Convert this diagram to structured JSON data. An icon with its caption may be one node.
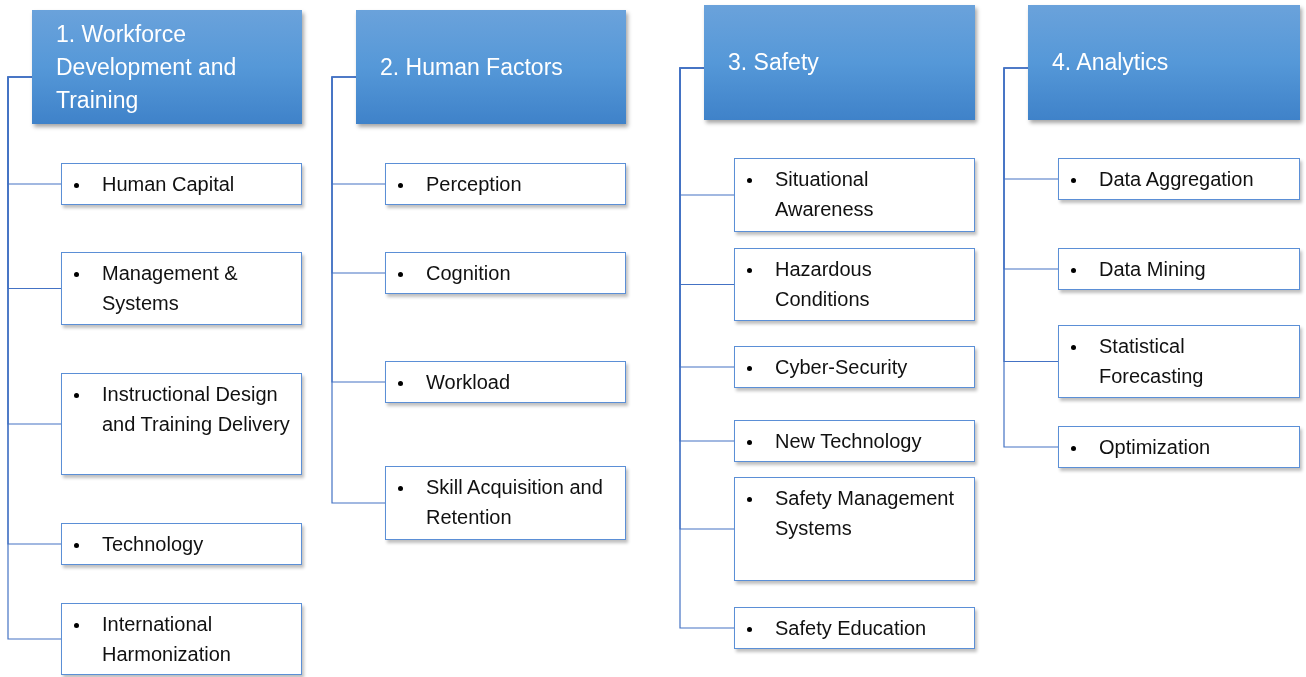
{
  "diagram": {
    "nodes": [
      {
        "text": [
          "1. Workforce Development and Training"
        ]
      },
      {
        "text": [
          "Human Capital"
        ]
      },
      {
        "text": [
          "Management & Systems"
        ]
      },
      {
        "text": [
          "Instructional Design and Training Delivery"
        ]
      },
      {
        "text": [
          "Technology"
        ]
      },
      {
        "text": [
          "International Harmonization"
        ]
      },
      {
        "text": [
          "2. Human Factors"
        ]
      },
      {
        "text": [
          "Perception"
        ]
      },
      {
        "text": [
          "Cognition"
        ]
      },
      {
        "text": [
          "Workload"
        ]
      },
      {
        "text": [
          "Skill Acquisition and Retention"
        ]
      },
      {
        "text": [
          "3. Safety"
        ]
      },
      {
        "text": [
          "Situational Awareness"
        ]
      },
      {
        "text": [
          "Hazardous Conditions"
        ]
      },
      {
        "text": [
          "Cyber-Security"
        ]
      },
      {
        "text": [
          "New Technology"
        ]
      },
      {
        "text": [
          "Safety Management Systems"
        ]
      },
      {
        "text": [
          "Safety Education"
        ]
      },
      {
        "text": [
          "4. Analytics"
        ]
      },
      {
        "text": [
          "Data Aggregation"
        ]
      },
      {
        "text": [
          "Data Mining"
        ]
      },
      {
        "text": [
          "Statistical Forecasting"
        ]
      },
      {
        "text": [
          "Optimization"
        ]
      }
    ],
    "edges": [
      {
        "from": 0,
        "to": 1,
        "arrow": "none"
      },
      {
        "from": 0,
        "to": 2,
        "arrow": "none"
      },
      {
        "from": 0,
        "to": 3,
        "arrow": "none"
      },
      {
        "from": 0,
        "to": 4,
        "arrow": "none"
      },
      {
        "from": 0,
        "to": 5,
        "arrow": "none"
      },
      {
        "from": 6,
        "to": 7,
        "arrow": "none"
      },
      {
        "from": 6,
        "to": 8,
        "arrow": "none"
      },
      {
        "from": 6,
        "to": 9,
        "arrow": "none"
      },
      {
        "from": 6,
        "to": 10,
        "arrow": "none"
      },
      {
        "from": 11,
        "to": 12,
        "arrow": "none"
      },
      {
        "from": 11,
        "to": 13,
        "arrow": "none"
      },
      {
        "from": 11,
        "to": 14,
        "arrow": "none"
      },
      {
        "from": 11,
        "to": 15,
        "arrow": "none"
      },
      {
        "from": 11,
        "to": 16,
        "arrow": "none"
      },
      {
        "from": 11,
        "to": 17,
        "arrow": "none"
      },
      {
        "from": 18,
        "to": 19,
        "arrow": "none"
      },
      {
        "from": 18,
        "to": 20,
        "arrow": "none"
      },
      {
        "from": 18,
        "to": 21,
        "arrow": "none"
      },
      {
        "from": 18,
        "to": 22,
        "arrow": "none"
      }
    ]
  }
}
